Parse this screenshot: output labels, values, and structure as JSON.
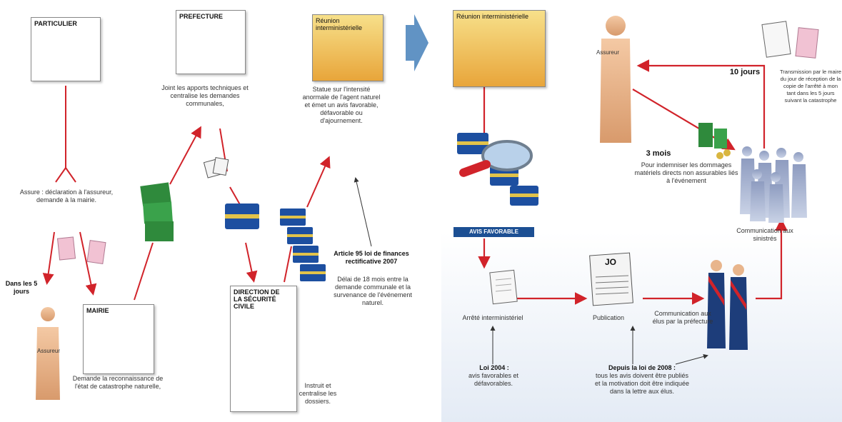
{
  "left": {
    "particulier": "PARTICULIER",
    "prefecture": "PREFECTURE",
    "reunion": "Réunion interministérielle",
    "prefecture_text": "Joint les apports techniques et centralise les demandes communales,",
    "reunion_text": "Statue sur l'intensité anormale de l'agent naturel et émet un avis favorable, défavorable ou d'ajournement.",
    "assure_text": "Assure : déclaration à l'assureur, demande à la mairie.",
    "dans_les": "Dans les 5 jours",
    "assureur": "Assureur",
    "mairie": "MAIRIE",
    "mairie_text": "Demande la reconnaissance de l'état de catastrophe naturelle,",
    "dsc": "DIRECTION DE LA SÉCURITÉ CIVILE",
    "dsc_text": "Instruit et centralise les dossiers.",
    "article_title": "Article 95 loi de finances rectificative 2007",
    "article_text": "Délai de 18 mois entre la demande communale et la survenance de l'événement naturel."
  },
  "right": {
    "reunion": "Réunion interministérielle",
    "assureur": "Assureur",
    "dix_jours": "10 jours",
    "dix_jours_text": "Transmission par le maire du jour de réception de la copie de l'arrêté à mon tant dans les 5 jours suivant la catastrophe",
    "trois_mois": "3 mois",
    "trois_mois_text": "Pour indemniser les dommages matériels directs non assurables liés à l'événement",
    "avis": "AVIS FAVORABLE",
    "communication_sinistres": "Communication aux sinistrés",
    "arrete": "Arrêté interministériel",
    "publication": "Publication",
    "jo": "JO",
    "communication_maires": "Communication aux élus par la préfecture",
    "loi_2004_title": "Loi 2004 :",
    "loi_2004_text": "avis favorables et défavorables.",
    "loi_2008_title": "Depuis la loi de 2008 :",
    "loi_2008_text": "tous les avis doivent être publiés et la motivation doit être indiquée dans la lettre aux élus."
  },
  "colors": {
    "arrow_red": "#d1232a",
    "folder_blue": "#1d4fa0",
    "folder_green": "#2f8a3c",
    "avis_blue": "#1c4f93",
    "box_yellow": "#e8a53a",
    "silhouette": "#2d4f86",
    "person_skin": "#e8b58c"
  }
}
